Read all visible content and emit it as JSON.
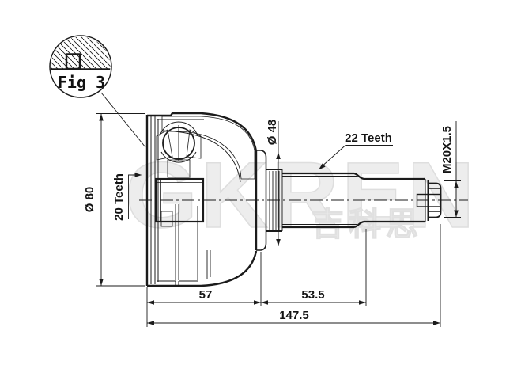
{
  "meta": {
    "background": "#ffffff",
    "line_color": "#1b1b1b",
    "watermark_color": "#ededed"
  },
  "detail_view": {
    "label": "Fig 3"
  },
  "callouts": {
    "outer_diameter": "Ø 80",
    "inner_spline_teeth": "20 Teeth",
    "flange_diameter": "Ø 48",
    "shaft_spline_teeth": "22 Teeth",
    "thread_spec": "M20X1.5"
  },
  "dimensions": {
    "bell_length": "57",
    "spline_section_length": "53.5",
    "total_length": "147.5"
  },
  "watermark": {
    "text": "GKREN",
    "cjk": "吉科思"
  }
}
